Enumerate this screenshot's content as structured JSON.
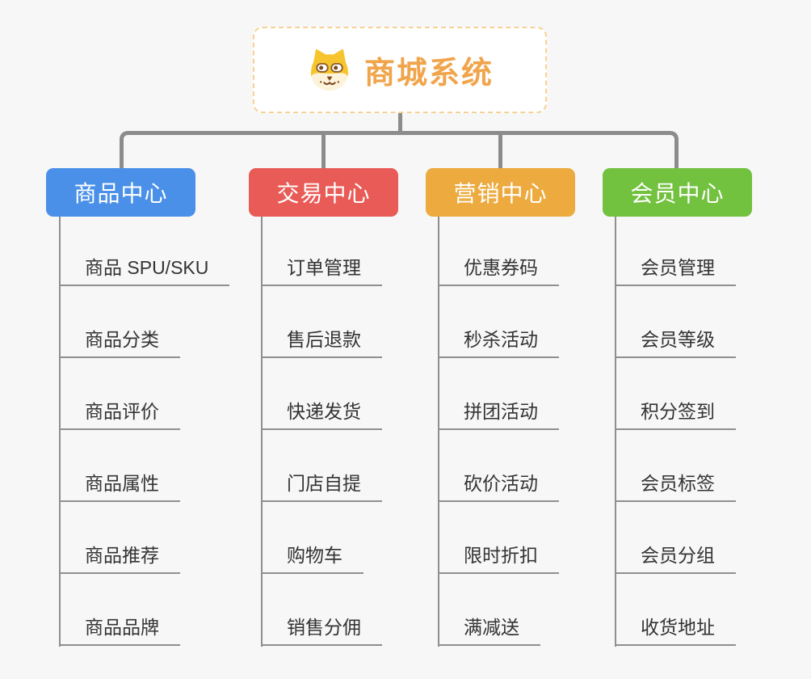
{
  "canvas": {
    "background_color": "#f7f7f7",
    "connector_color": "#8c8c8c",
    "leaf_line_color": "#8f8f8f",
    "leaf_text_color": "#333333"
  },
  "root": {
    "title": "商城系统",
    "icon": "dog-mascot-icon",
    "title_color": "#f0a54c",
    "border_color": "#f6d193"
  },
  "branches": [
    {
      "label": "商品中心",
      "color": "#4a90e8",
      "items": [
        "商品 SPU/SKU",
        "商品分类",
        "商品评价",
        "商品属性",
        "商品推荐",
        "商品品牌"
      ]
    },
    {
      "label": "交易中心",
      "color": "#e85b57",
      "items": [
        "订单管理",
        "售后退款",
        "快递发货",
        "门店自提",
        "购物车",
        "销售分佣"
      ]
    },
    {
      "label": "营销中心",
      "color": "#ecaa3f",
      "items": [
        "优惠券码",
        "秒杀活动",
        "拼团活动",
        "砍价活动",
        "限时折扣",
        "满减送"
      ]
    },
    {
      "label": "会员中心",
      "color": "#72c13f",
      "items": [
        "会员管理",
        "会员等级",
        "积分签到",
        "会员标签",
        "会员分组",
        "收货地址"
      ]
    }
  ]
}
